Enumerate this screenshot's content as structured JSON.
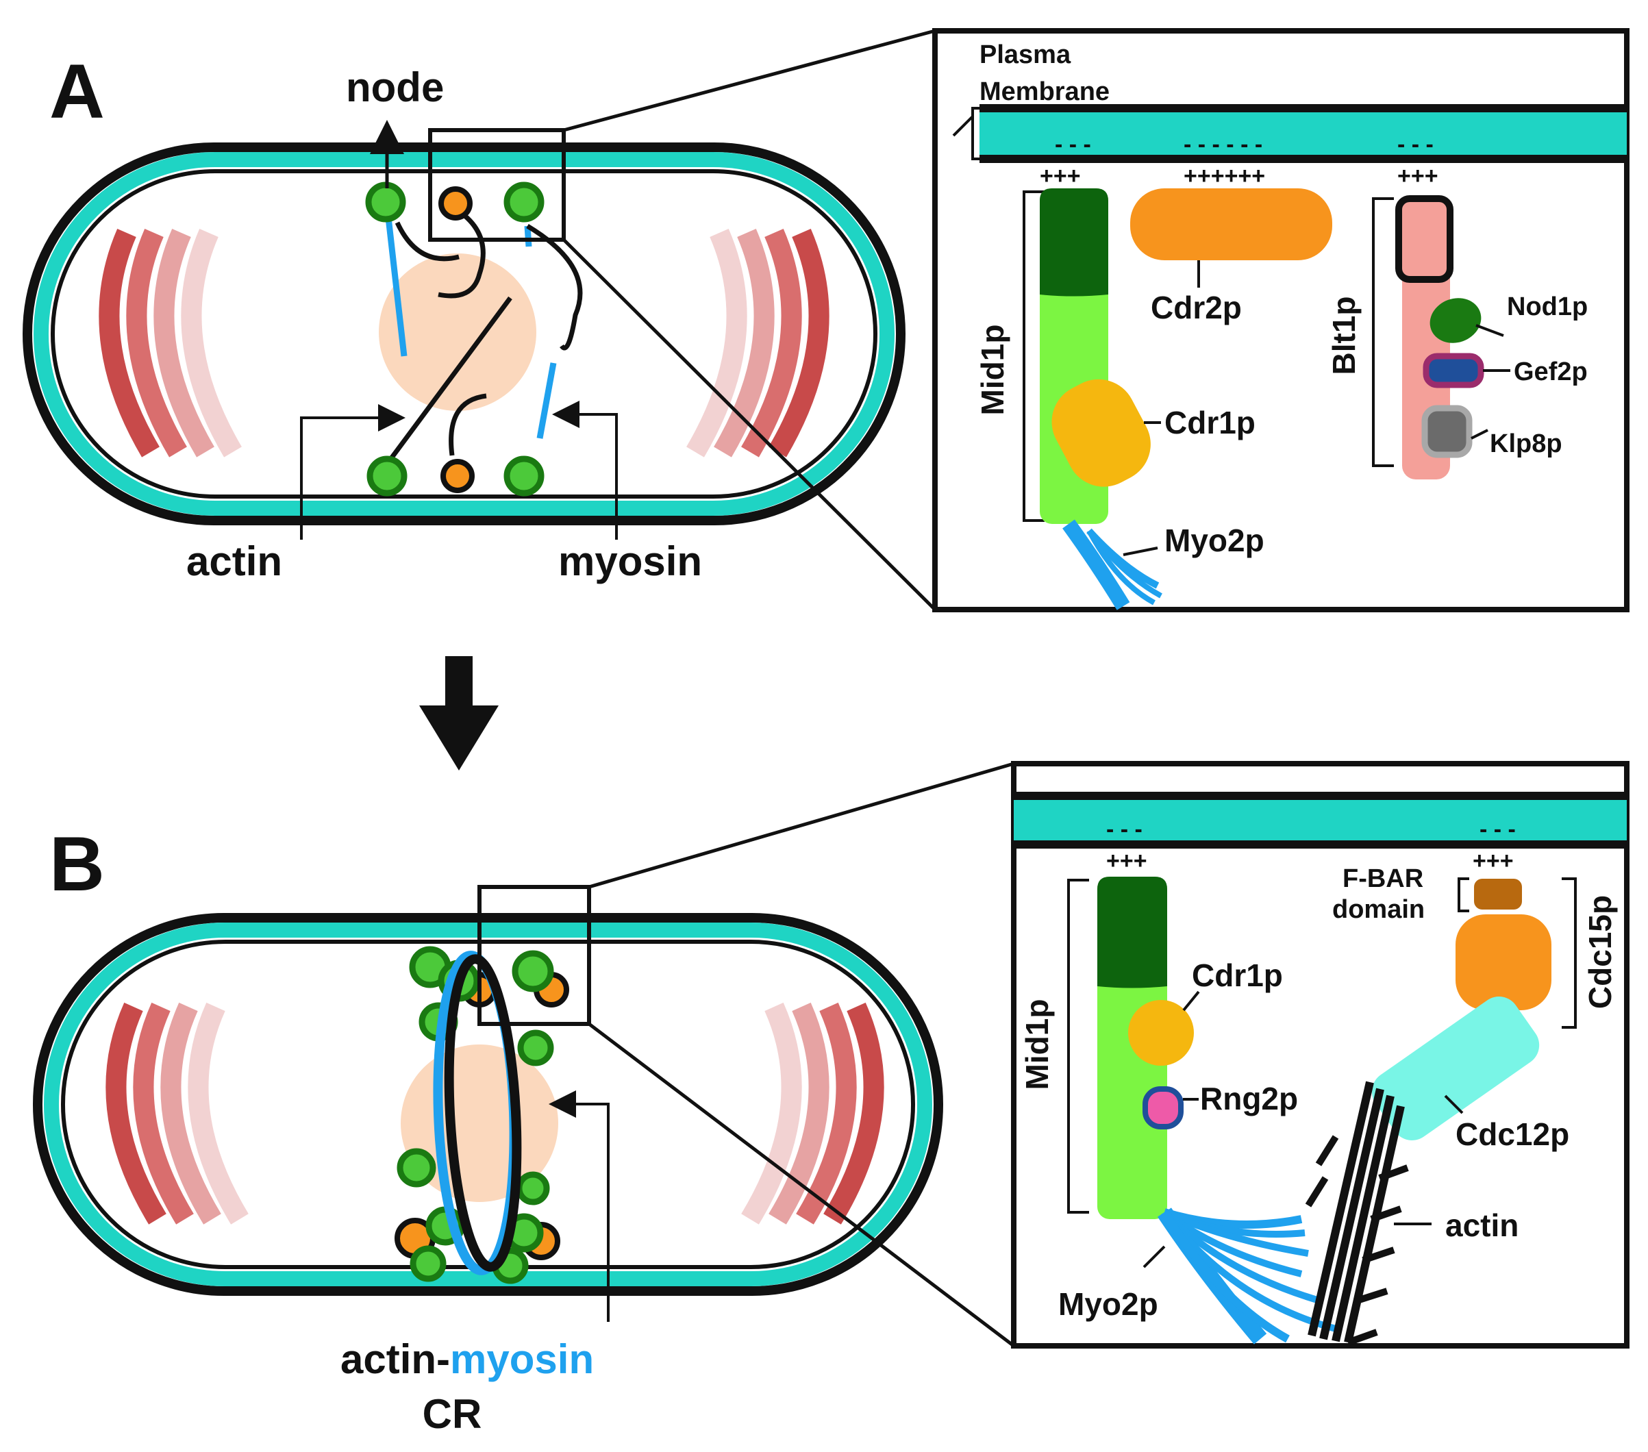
{
  "panel_a": {
    "letter": "A",
    "labels": {
      "node": "node",
      "actin": "actin",
      "myosin": "myosin"
    },
    "inset": {
      "membrane_label_line1": "Plasma",
      "membrane_label_line2": "Membrane",
      "charge_neg_left": "- - -",
      "charge_neg_mid": "- - - - - -",
      "charge_neg_right": "- - -",
      "charge_pos_left": "+++",
      "charge_pos_mid": "++++++",
      "charge_pos_right": "+++",
      "mid1p": "Mid1p",
      "cdr2p": "Cdr2p",
      "cdr1p": "Cdr1p",
      "myo2p": "Myo2p",
      "blt1p": "Blt1p",
      "nod1p": "Nod1p",
      "gef2p": "Gef2p",
      "klp8p": "Klp8p"
    }
  },
  "panel_b": {
    "letter": "B",
    "labels": {
      "cr_actin": "actin-",
      "cr_myosin": "myosin",
      "cr_line2": "CR"
    },
    "inset": {
      "charge_neg_left": "- - -",
      "charge_neg_right": "- - -",
      "charge_pos_left": "+++",
      "charge_pos_right": "+++",
      "mid1p": "Mid1p",
      "cdr1p": "Cdr1p",
      "rng2p": "Rng2p",
      "myo2p": "Myo2p",
      "fbar_line1": "F-BAR",
      "fbar_line2": "domain",
      "cdc15p": "Cdc15p",
      "cdc12p": "Cdc12p",
      "actin": "actin"
    }
  },
  "colors": {
    "cell_wall": "#111111",
    "membrane": "#1fd4c4",
    "nucleus": "#fbd8bd",
    "node_green": "#4cc93a",
    "node_dark_green": "#1a7a12",
    "cdr2p_orange": "#f7941d",
    "myosin_blue": "#1fa1ee",
    "mid1p_dark": "#0d640d",
    "mid1p_light": "#7cf542",
    "cdr1p_yellow": "#f5b70f",
    "blt1p_pink": "#f4a099",
    "gef2p_purple": "#9b2c6c",
    "gef2p_blue": "#1f4f9a",
    "klp8p_grey": "#6b6b6b",
    "rng2p_pink": "#ee5aa8",
    "fbar_brown": "#b8690f",
    "cdc12p_cyan": "#79f5e6"
  }
}
